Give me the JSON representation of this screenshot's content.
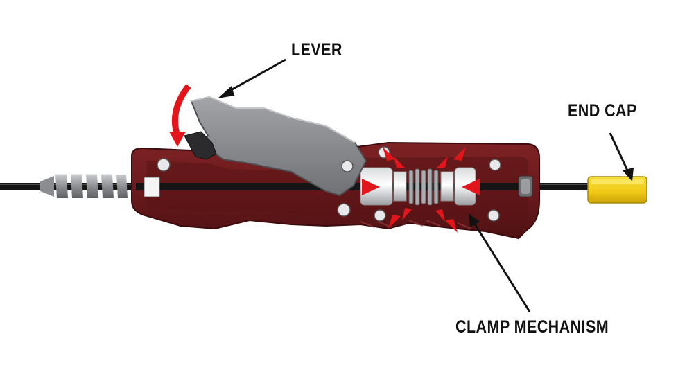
{
  "labels": {
    "lever": "LEVER",
    "end_cap": "END CAP",
    "clamp_mechanism": "CLAMP MECHANISM"
  },
  "colors": {
    "housing": "#6e1a1c",
    "housing_edge": "#4a0e10",
    "lever": "#8a8c90",
    "end_cap": "#f2d11b",
    "cable": "#151515",
    "arrow_red": "#e0161c",
    "spring": "#a7a9ad"
  }
}
